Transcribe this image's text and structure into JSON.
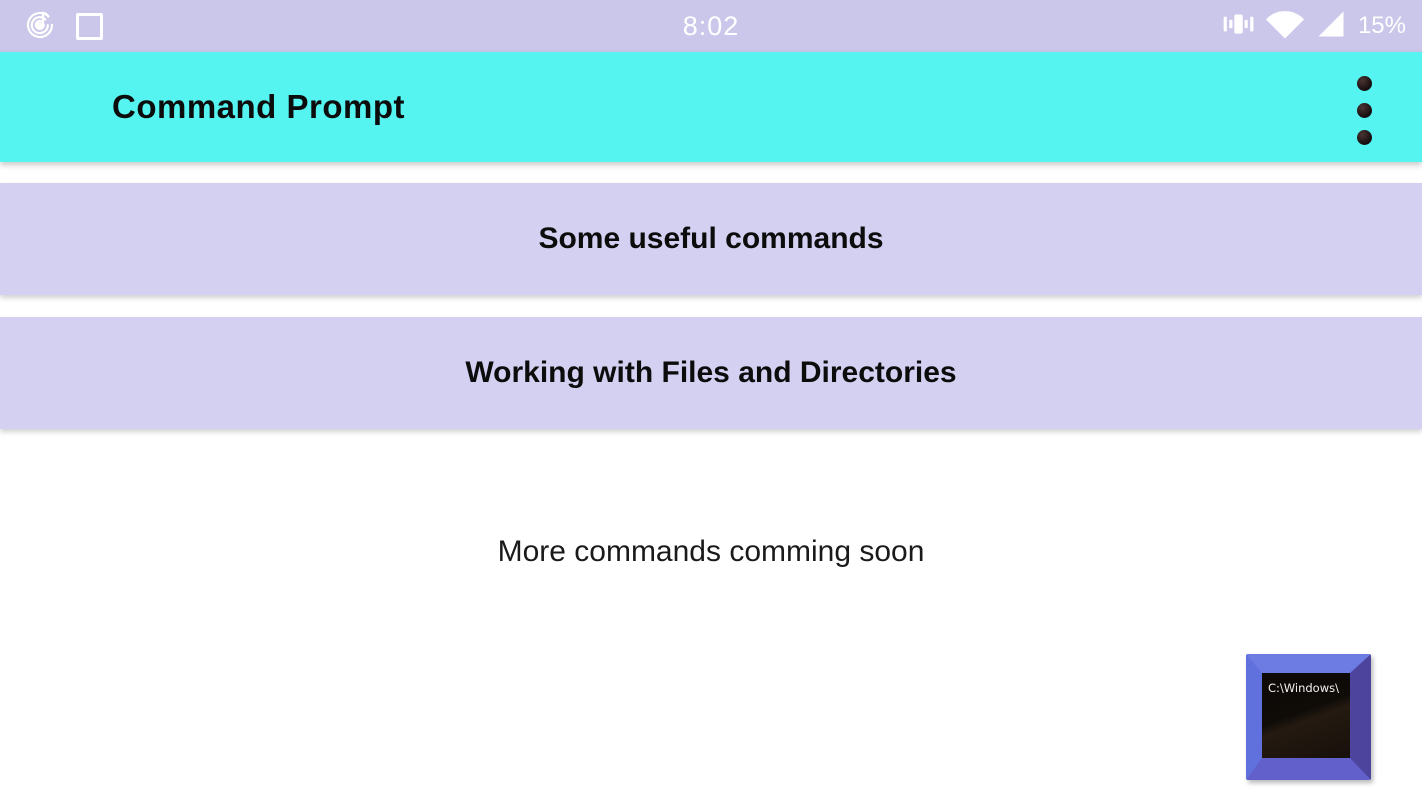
{
  "status_bar": {
    "time": "8:02",
    "battery_percent": "15%"
  },
  "app_bar": {
    "title": "Command Prompt"
  },
  "sections": [
    {
      "label": "Some useful commands"
    },
    {
      "label": "Working with Files and Directories"
    }
  ],
  "footer_note": "More commands comming soon",
  "terminal_preview": {
    "prompt_text": "C:\\Windows\\"
  },
  "colors": {
    "status_bar_bg": "#cbc7ea",
    "app_bar_bg": "#55f4f0",
    "section_bg": "#d3d0f1",
    "page_bg": "#ffffff",
    "text": "#0c0c0c",
    "status_icon": "#ffffff"
  },
  "icons": {
    "left": [
      "music-player-notification-icon",
      "screenshot-square-icon"
    ],
    "right": [
      "vibrate-icon",
      "wifi-icon",
      "cellular-signal-icon"
    ],
    "menu": "overflow-menu-icon"
  }
}
